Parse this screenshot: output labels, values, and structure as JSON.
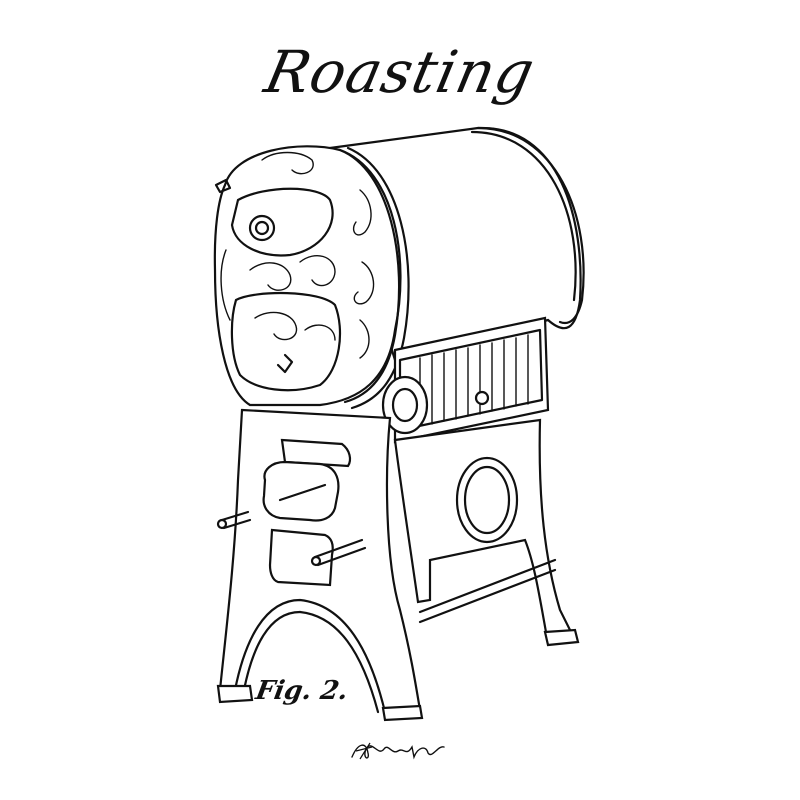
{
  "title": "Roasting",
  "figure": {
    "label": "Fig. 2.",
    "subject": "coffee-roaster-patent-drawing"
  },
  "signature": {
    "description": "handwritten-signature"
  },
  "colors": {
    "background": "#ffffff",
    "ink": "#111111"
  }
}
